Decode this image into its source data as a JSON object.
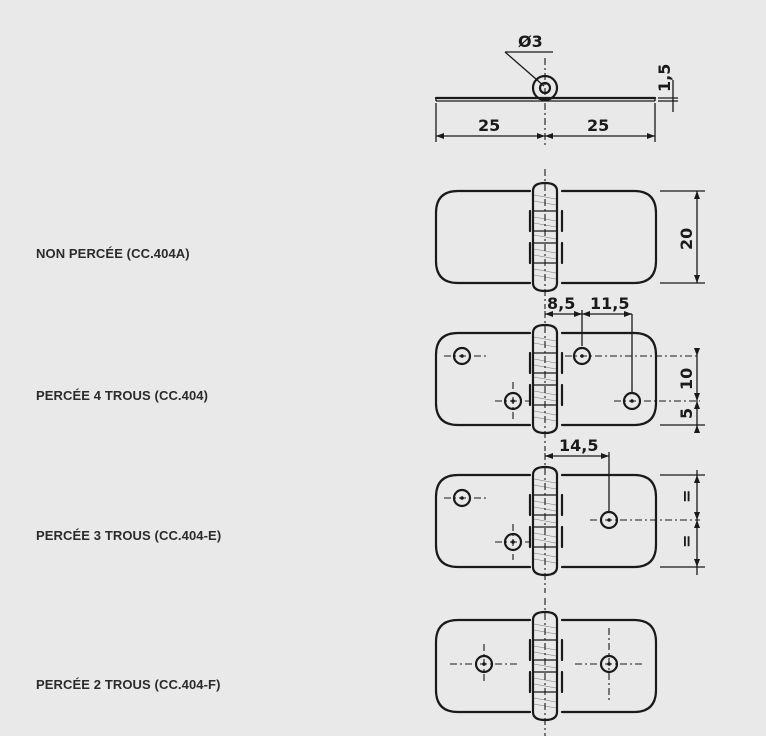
{
  "labels": {
    "non_percee": "NON PERCÉE (CC.404A)",
    "percee_4": "PERCÉE 4 TROUS (CC.404)",
    "percee_3": "PERCÉE 3 TROUS (CC.404-E)",
    "percee_2": "PERCÉE 2 TROUS (CC.404-F)"
  },
  "dimensions": {
    "diameter": "Ø3",
    "thickness": "1,5",
    "left_width": "25",
    "right_width": "25",
    "height": "20",
    "hole_offset_a": "8,5",
    "hole_offset_b": "11,5",
    "hole_spacing_v": "10",
    "hole_edge_v": "5",
    "hole_offset_c": "14,5",
    "equal_top": "=",
    "equal_bottom": "="
  },
  "colors": {
    "background": "#e9e9ea",
    "ink": "#1a1a1a",
    "label_text": "#2b2b2b"
  }
}
